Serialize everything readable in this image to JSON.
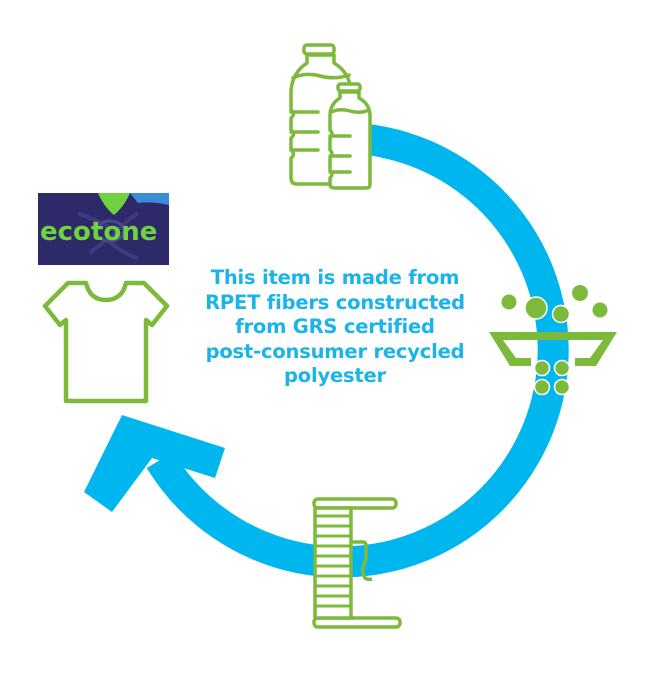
{
  "colors": {
    "cycle_blue": "#00b6ef",
    "icon_green": "#7dba3c",
    "text_blue": "#1ab4ea",
    "fabric_navy": "#2e2a6a",
    "fabric_green": "#6fd23e"
  },
  "caption": {
    "lines": [
      "This item is made from",
      "RPET fibers constructed",
      "from GRS certified",
      "post-consumer recycled",
      "polyester"
    ]
  },
  "photo": {
    "label": "fabric-swatch",
    "printed_text": "ecotone"
  },
  "cycle_steps": [
    {
      "name": "plastic-bottles",
      "icon": "bottles-icon"
    },
    {
      "name": "shredding-pellets",
      "icon": "funnel-pellets-icon"
    },
    {
      "name": "yarn-spinning",
      "icon": "spool-icon"
    },
    {
      "name": "garment",
      "icon": "tshirt-icon"
    }
  ]
}
